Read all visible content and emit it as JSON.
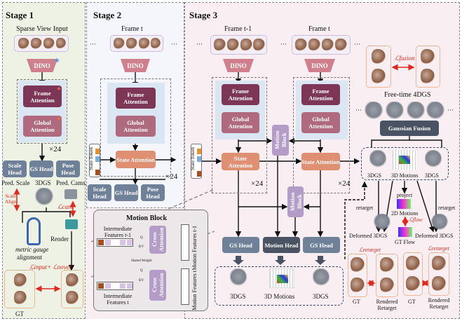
{
  "stage1": {
    "title": "Stage 1",
    "input_label": "Sparse View Input",
    "dino": "DINO",
    "frame_attention": "Frame Attention",
    "global_attention": "Global Attention",
    "repeat": "×24",
    "heads": [
      "Scale Head",
      "GS Head",
      "Pose Head"
    ],
    "pred_scale": "Pred. Scale",
    "gs_out": "3DGS",
    "pred_cams": "Pred. Cams.",
    "scale_align": "Scale Align",
    "loss_cam": "ℒcam",
    "render": "Render",
    "metric_gauge": "metric gauge",
    "alignment": "alignment",
    "loss_input_novel": "ℒinput+ ℒnovel",
    "gt": "GT"
  },
  "stage2": {
    "title": "Stage 2",
    "frame_label": "Frame t",
    "dino": "DINO",
    "frame_attention": "Frame Attention",
    "global_attention": "Global Attention",
    "state_token": "State Token",
    "state_attention": "State Attention",
    "repeat": "×24",
    "heads": [
      "Scale Head",
      "GS Head",
      "Pose Head"
    ],
    "ellipsis": "···"
  },
  "motion_block": {
    "title": "Motion Block",
    "feat_prev": "Intermediate Features t-1",
    "feat_cur": "Intermediate Features t",
    "cross_attention": "Cross Attention",
    "q": "Q",
    "kv": "KV",
    "shared_weight": "Shared Weight",
    "motion_prev": "Motion Features t-1",
    "motion_cur": "Motion Features t"
  },
  "stage3": {
    "title": "Stage 3",
    "frame_prev": "Frame t-1",
    "frame_cur": "Frame t",
    "dino": "DINO",
    "frame_attention": "Frame Attention",
    "global_attention": "Global Attention",
    "state_token": "State Token",
    "state_attention": "State Attention",
    "motion_block": "Motion Block",
    "repeat": "×24",
    "gs_head": "GS Head",
    "motion_head": "Motion Head",
    "out_gs": "3DGS",
    "out_motion": "3D Motions",
    "ellipsis": "···",
    "loss_fusion": "ℒfusion",
    "free_time": "Free-time 4DGS",
    "gaussian_fusion": "Gaussian Fusion",
    "retarget": "retarget",
    "project": "project",
    "motions_2d": "2D Motions",
    "deformed": "Deformed 3DGS",
    "loss_flow": "ℒflow",
    "gt_flow": "GT Flow",
    "loss_retarget": "ℒretarget",
    "gt": "GT",
    "rendered_retarget": "Rendered Retarget"
  },
  "colors": {
    "stage1_bg": "#eef2e4",
    "stage2_bg": "#f4f6fb",
    "stage3_bg": "#f9eff2",
    "frame_attention": "#7d3655",
    "global_attention": "#b06a7e",
    "state_attention": "#df8f72",
    "head": "#6f8099",
    "loss": "#e0281e"
  },
  "icons": {
    "frozen": "snowflake-icon",
    "trainable": "fire-icon",
    "camera": "camera-icon",
    "person": "person-icon"
  }
}
